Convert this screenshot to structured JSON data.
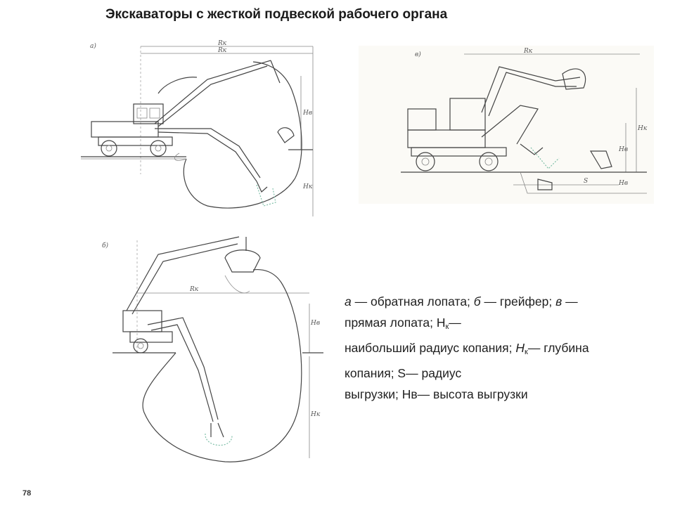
{
  "title": "Экскаваторы с жесткой подвеской рабочего органа",
  "figures": {
    "a": {
      "label": "а)",
      "dims": [
        "Rк",
        "Rк",
        "Нв",
        "Нк"
      ]
    },
    "v": {
      "label": "в)",
      "dims": [
        "Rк",
        "Нк",
        "Нв",
        "S",
        "Нв"
      ]
    },
    "b": {
      "label": "б)",
      "dims": [
        "Rк",
        "Нв",
        "Нк"
      ]
    }
  },
  "caption": {
    "l1_a": "а",
    "l1_a_text": " — обратная  лопата;  ",
    "l1_b": "б",
    "l1_b_text": " — грейфер;  ",
    "l1_v": "в",
    "l1_v_text": " —",
    "l2_text": "прямая  лопата;  Н",
    "l2_sub": "к",
    "l2_tail": "—",
    "l3_text": "наибольший радиус копания; ",
    "l3_h": "Н",
    "l3_sub": "к",
    "l3_tail": "— глубина",
    "l4": "копания; S— радиус",
    "l5": "выгрузки; Нв— высота выгрузки"
  },
  "page_number": "78"
}
